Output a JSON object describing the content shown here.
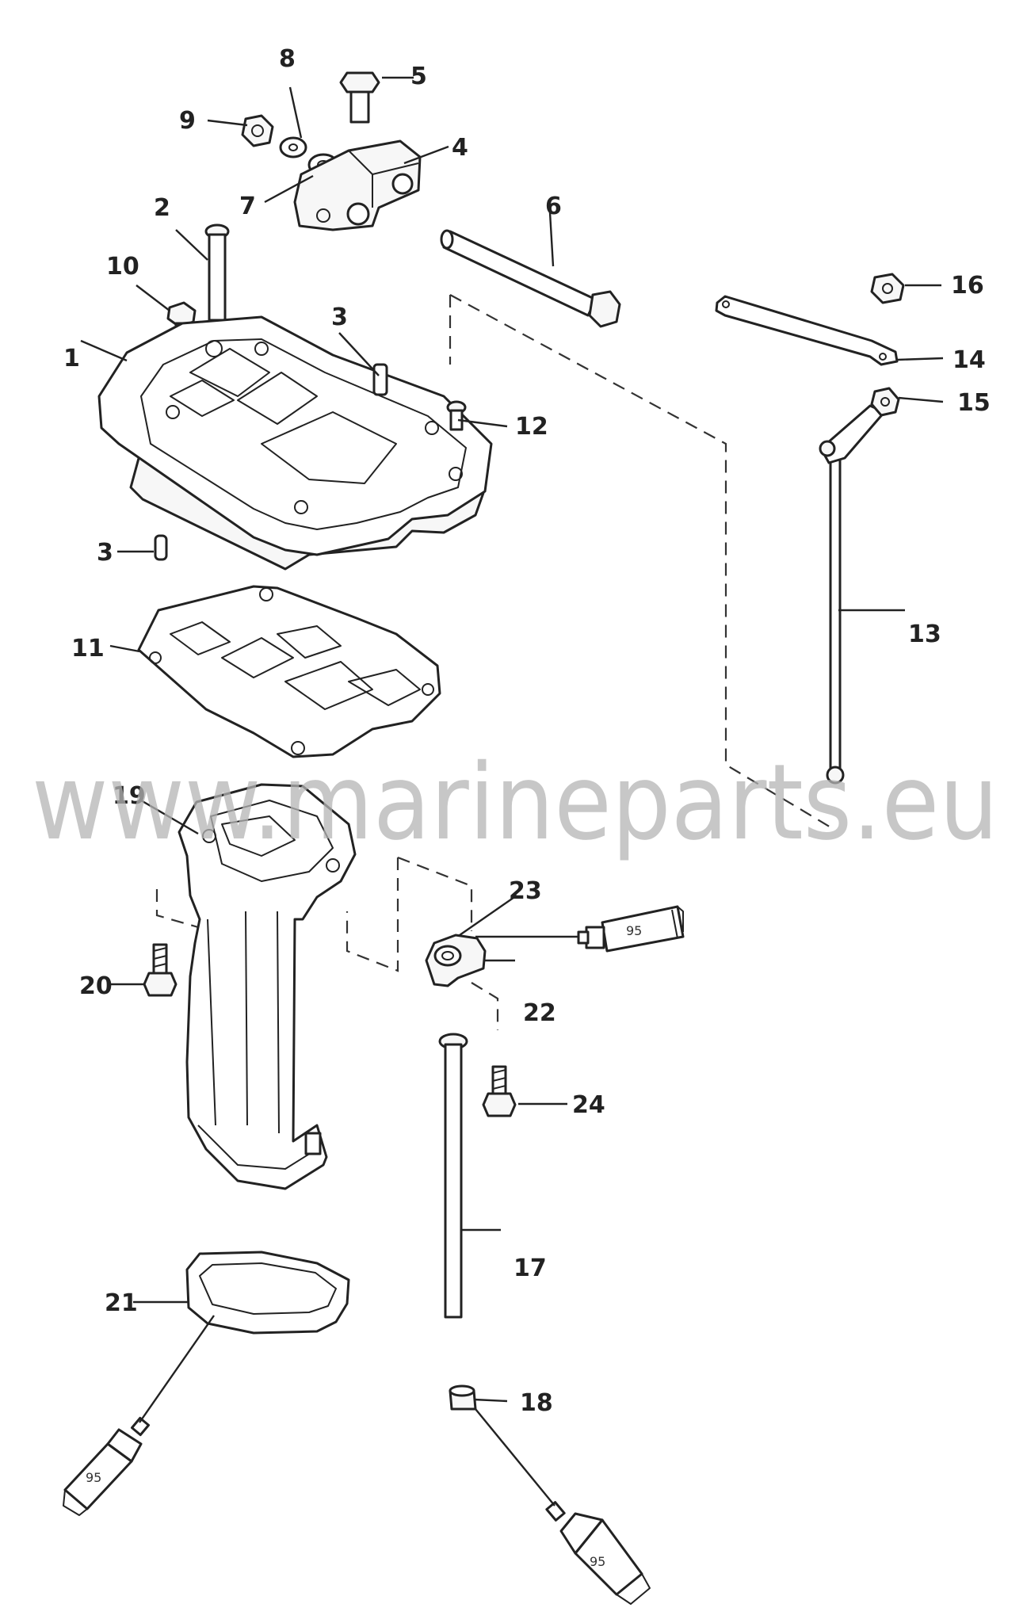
{
  "diagram": {
    "watermark": "www.marineparts.eu",
    "callouts": [
      {
        "id": "1",
        "text": "1"
      },
      {
        "id": "2",
        "text": "2"
      },
      {
        "id": "3a",
        "text": "3"
      },
      {
        "id": "3b",
        "text": "3"
      },
      {
        "id": "4",
        "text": "4"
      },
      {
        "id": "5",
        "text": "5"
      },
      {
        "id": "6",
        "text": "6"
      },
      {
        "id": "7",
        "text": "7"
      },
      {
        "id": "8",
        "text": "8"
      },
      {
        "id": "9",
        "text": "9"
      },
      {
        "id": "10",
        "text": "10"
      },
      {
        "id": "11",
        "text": "11"
      },
      {
        "id": "12",
        "text": "12"
      },
      {
        "id": "13",
        "text": "13"
      },
      {
        "id": "14",
        "text": "14"
      },
      {
        "id": "15",
        "text": "15"
      },
      {
        "id": "16",
        "text": "16"
      },
      {
        "id": "17",
        "text": "17"
      },
      {
        "id": "18",
        "text": "18"
      },
      {
        "id": "19",
        "text": "19"
      },
      {
        "id": "20",
        "text": "20"
      },
      {
        "id": "21",
        "text": "21"
      },
      {
        "id": "22",
        "text": "22"
      },
      {
        "id": "23",
        "text": "23"
      },
      {
        "id": "24",
        "text": "24"
      }
    ],
    "sealant_tubes": [
      {
        "id": "t23",
        "text": "95"
      },
      {
        "id": "t21",
        "text": "95"
      },
      {
        "id": "t18",
        "text": "95"
      }
    ]
  }
}
